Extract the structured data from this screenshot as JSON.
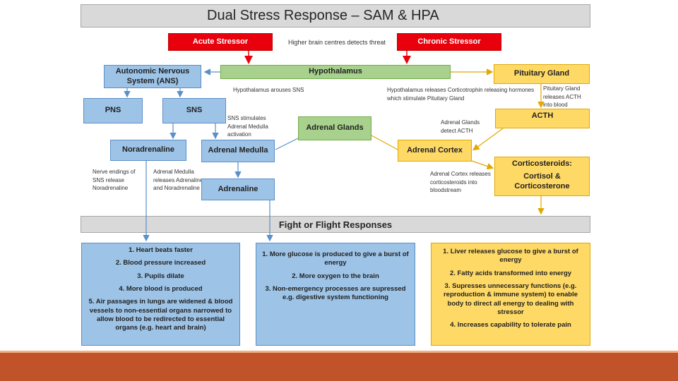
{
  "title": "Dual Stress Response – SAM & HPA",
  "stressors": {
    "acute": "Acute Stressor",
    "chronic": "Chronic Stressor",
    "brain_note": "Higher brain centres detects threat"
  },
  "nodes": {
    "ans": "Autonomic Nervous System (ANS)",
    "hypothalamus": "Hypothalamus",
    "pituitary": "Pituitary Gland",
    "pns": "PNS",
    "sns": "SNS",
    "adrenal_glands": "Adrenal Glands",
    "acth": "ACTH",
    "noradrenaline": "Noradrenaline",
    "adrenal_medulla": "Adrenal Medulla",
    "adrenal_cortex": "Adrenal Cortex",
    "corticosteroids": "Corticosteroids:",
    "cortisol": "Cortisol & Corticosterone",
    "adrenaline": "Adrenaline"
  },
  "notes": {
    "hypo_sns": "Hypothalamus arouses SNS",
    "hypo_crh": "Hypothalamus releases Corticotrophin releasing hormones which stimulate Pituitary Gland",
    "pit_acth": "Pituitary Gland releases ACTH into blood",
    "sns_medulla": "SNS stimulates Adrenal Medulla activation",
    "glands_acth": "Adrenal Glands detect ACTH",
    "nerve_endings": "Nerve endings of SNS release Noradrenaline",
    "medulla_releases": "Adrenal Medulla releases Adrenaline and Noradrenaline",
    "cortex_releases": "Adrenal Cortex releases corticosteroids into bloodstream"
  },
  "fight_title": "Fight or Flight Responses",
  "responses": {
    "sam": [
      "1. Heart beats faster",
      "2. Blood pressure increased",
      "3. Pupils dilate",
      "4. More blood is produced",
      "5. Air passages in lungs are widened & blood vessels to non-essential organs narrowed to allow blood to be redirected to essential organs (e.g. heart and brain)"
    ],
    "mid": [
      "1. More glucose is produced to give a burst of energy",
      "2. More oxygen to the brain",
      "3. Non-emergency processes are supressed e.g. digestive system functioning"
    ],
    "hpa": [
      "1. Liver releases glucose to give a burst of energy",
      "2. Fatty acids transformed into energy",
      "3. Supresses unnecessary functions (e.g. reproduction & immune system) to enable body to direct all energy to dealing with stressor",
      "4. Increases capability to tolerate pain"
    ]
  },
  "colors": {
    "red": "#e8000d",
    "blue": "#9dc3e6",
    "green": "#a9d18e",
    "yellow": "#ffd966",
    "band": "#c0532a"
  }
}
